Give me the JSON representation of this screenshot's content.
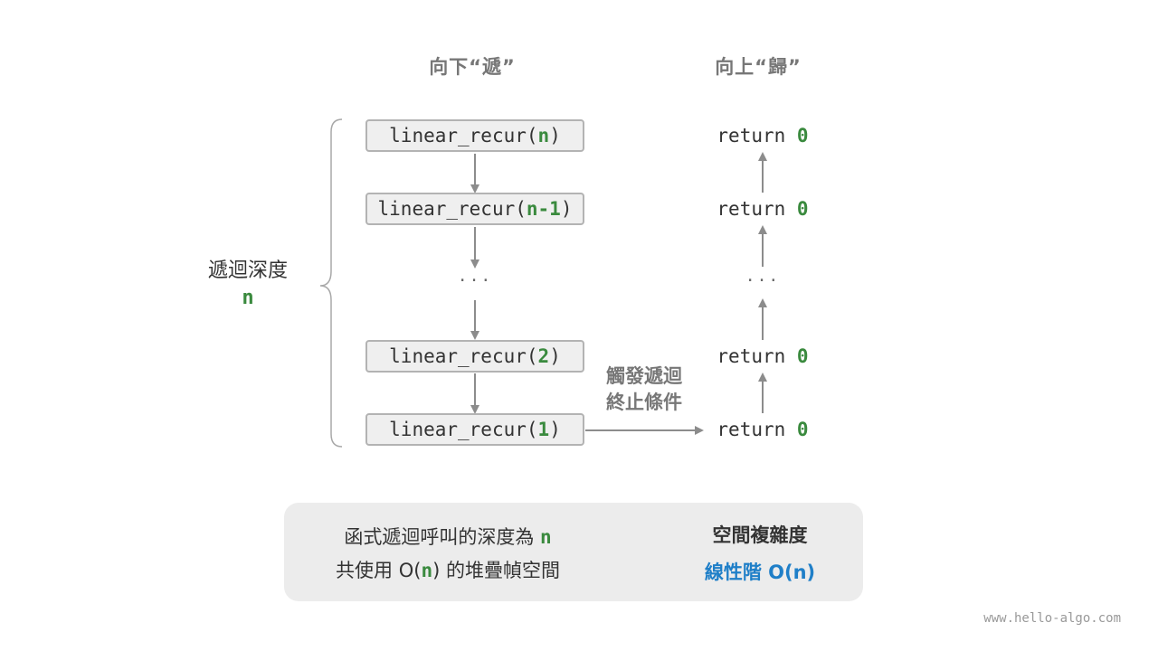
{
  "headers": {
    "down": "向下“遞”",
    "up": "向上“歸”"
  },
  "depth": {
    "label": "遞迴深度",
    "n": "n"
  },
  "calls": [
    {
      "prefix": "linear_recur(",
      "arg": "n",
      "suffix": ")"
    },
    {
      "prefix": "linear_recur(",
      "arg": "n-1",
      "suffix": ")"
    },
    {
      "prefix": "linear_recur(",
      "arg": "2",
      "suffix": ")"
    },
    {
      "prefix": "linear_recur(",
      "arg": "1",
      "suffix": ")"
    }
  ],
  "ellipsis": "···",
  "returns": [
    {
      "keyword": "return ",
      "value": "0"
    },
    {
      "keyword": "return ",
      "value": "0"
    },
    {
      "keyword": "return ",
      "value": "0"
    },
    {
      "keyword": "return ",
      "value": "0"
    }
  ],
  "trigger": {
    "line1": "觸發遞迴",
    "line2": "終止條件"
  },
  "summary": {
    "line1_text": "函式遞迴呼叫的深度為 ",
    "line1_n": "n",
    "line2_a": "共使用 O(",
    "line2_n": "n",
    "line2_b": ") 的堆疊幀空間",
    "title": "空間複雜度",
    "value": "線性階 O(n)"
  },
  "watermark": "www.hello-algo.com",
  "colors": {
    "highlight_green": "#3a8a3e",
    "accent_blue": "#1f7fc8",
    "arrow_gray": "#8c8c8c",
    "box_fill": "#efefef",
    "box_border": "#b3b3b3",
    "summary_bg": "#ececec"
  }
}
